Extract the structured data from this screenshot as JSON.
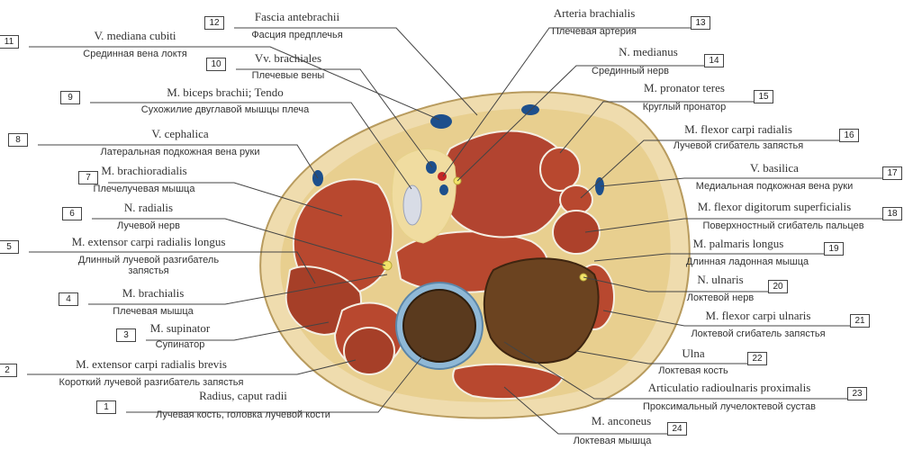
{
  "labels": [
    {
      "num": "1",
      "latin": "Radius, caput radii",
      "russian": "Лучевая кость, головка лучевой кости"
    },
    {
      "num": "2",
      "latin": "M. extensor carpi radialis brevis",
      "russian": "Короткий лучевой разгибатель запястья"
    },
    {
      "num": "3",
      "latin": "M. supinator",
      "russian": "Супинатор"
    },
    {
      "num": "4",
      "latin": "M. brachialis",
      "russian": "Плечевая мышца"
    },
    {
      "num": "5",
      "latin": "M. extensor carpi radialis longus",
      "russian": "Длинный лучевой разгибатель",
      "russian2": "запястья"
    },
    {
      "num": "6",
      "latin": "N. radialis",
      "russian": "Лучевой нерв"
    },
    {
      "num": "7",
      "latin": "M. brachioradialis",
      "russian": "Плечелучевая мышца"
    },
    {
      "num": "8",
      "latin": "V. cephalica",
      "russian": "Латеральная подкожная вена руки"
    },
    {
      "num": "9",
      "latin": "M. biceps brachii; Tendo",
      "russian": "Сухожилие двуглавой мышцы плеча"
    },
    {
      "num": "10",
      "latin": "Vv. brachiales",
      "russian": "Плечевые вены"
    },
    {
      "num": "11",
      "latin": "V. mediana cubiti",
      "russian": "Срединная вена локтя"
    },
    {
      "num": "12",
      "latin": "Fascia antebrachii",
      "russian": "Фасция предплечья"
    },
    {
      "num": "13",
      "latin": "Arteria brachialis",
      "russian": "Плечевая артерия"
    },
    {
      "num": "14",
      "latin": "N. medianus",
      "russian": "Срединный нерв"
    },
    {
      "num": "15",
      "latin": "M. pronator teres",
      "russian": "Круглый пронатор"
    },
    {
      "num": "16",
      "latin": "M. flexor carpi radialis",
      "russian": "Лучевой сгибатель запястья"
    },
    {
      "num": "17",
      "latin": "V. basilica",
      "russian": "Медиальная подкожная вена руки"
    },
    {
      "num": "18",
      "latin": "M. flexor digitorum superficialis",
      "russian": "Поверхностный сгибатель пальцев"
    },
    {
      "num": "19",
      "latin": "M. palmaris longus",
      "russian": "Длинная ладонная мышца"
    },
    {
      "num": "20",
      "latin": "N. ulnaris",
      "russian": "Локтевой нерв"
    },
    {
      "num": "21",
      "latin": "M. flexor carpi ulnaris",
      "russian": "Локтевой сгибатель запястья"
    },
    {
      "num": "22",
      "latin": "Ulna",
      "russian": "Локтевая кость"
    },
    {
      "num": "23",
      "latin": "Articulatio radioulnaris proximalis",
      "russian": "Проксимальный лучелоктевой сустав"
    },
    {
      "num": "24",
      "latin": "M. anconeus",
      "russian": "Локтевая мышца"
    }
  ],
  "colors": {
    "skin": "#efdcae",
    "fat": "#e8cf8f",
    "muscle": "#b8482f",
    "muscle_dark": "#8e2f1e",
    "bone": "#6b4320",
    "cartilage": "#8fb8d6",
    "vein": "#1d4f8c",
    "artery": "#c22626",
    "nerve": "#f2e36a",
    "fascia": "#f4efe3"
  }
}
